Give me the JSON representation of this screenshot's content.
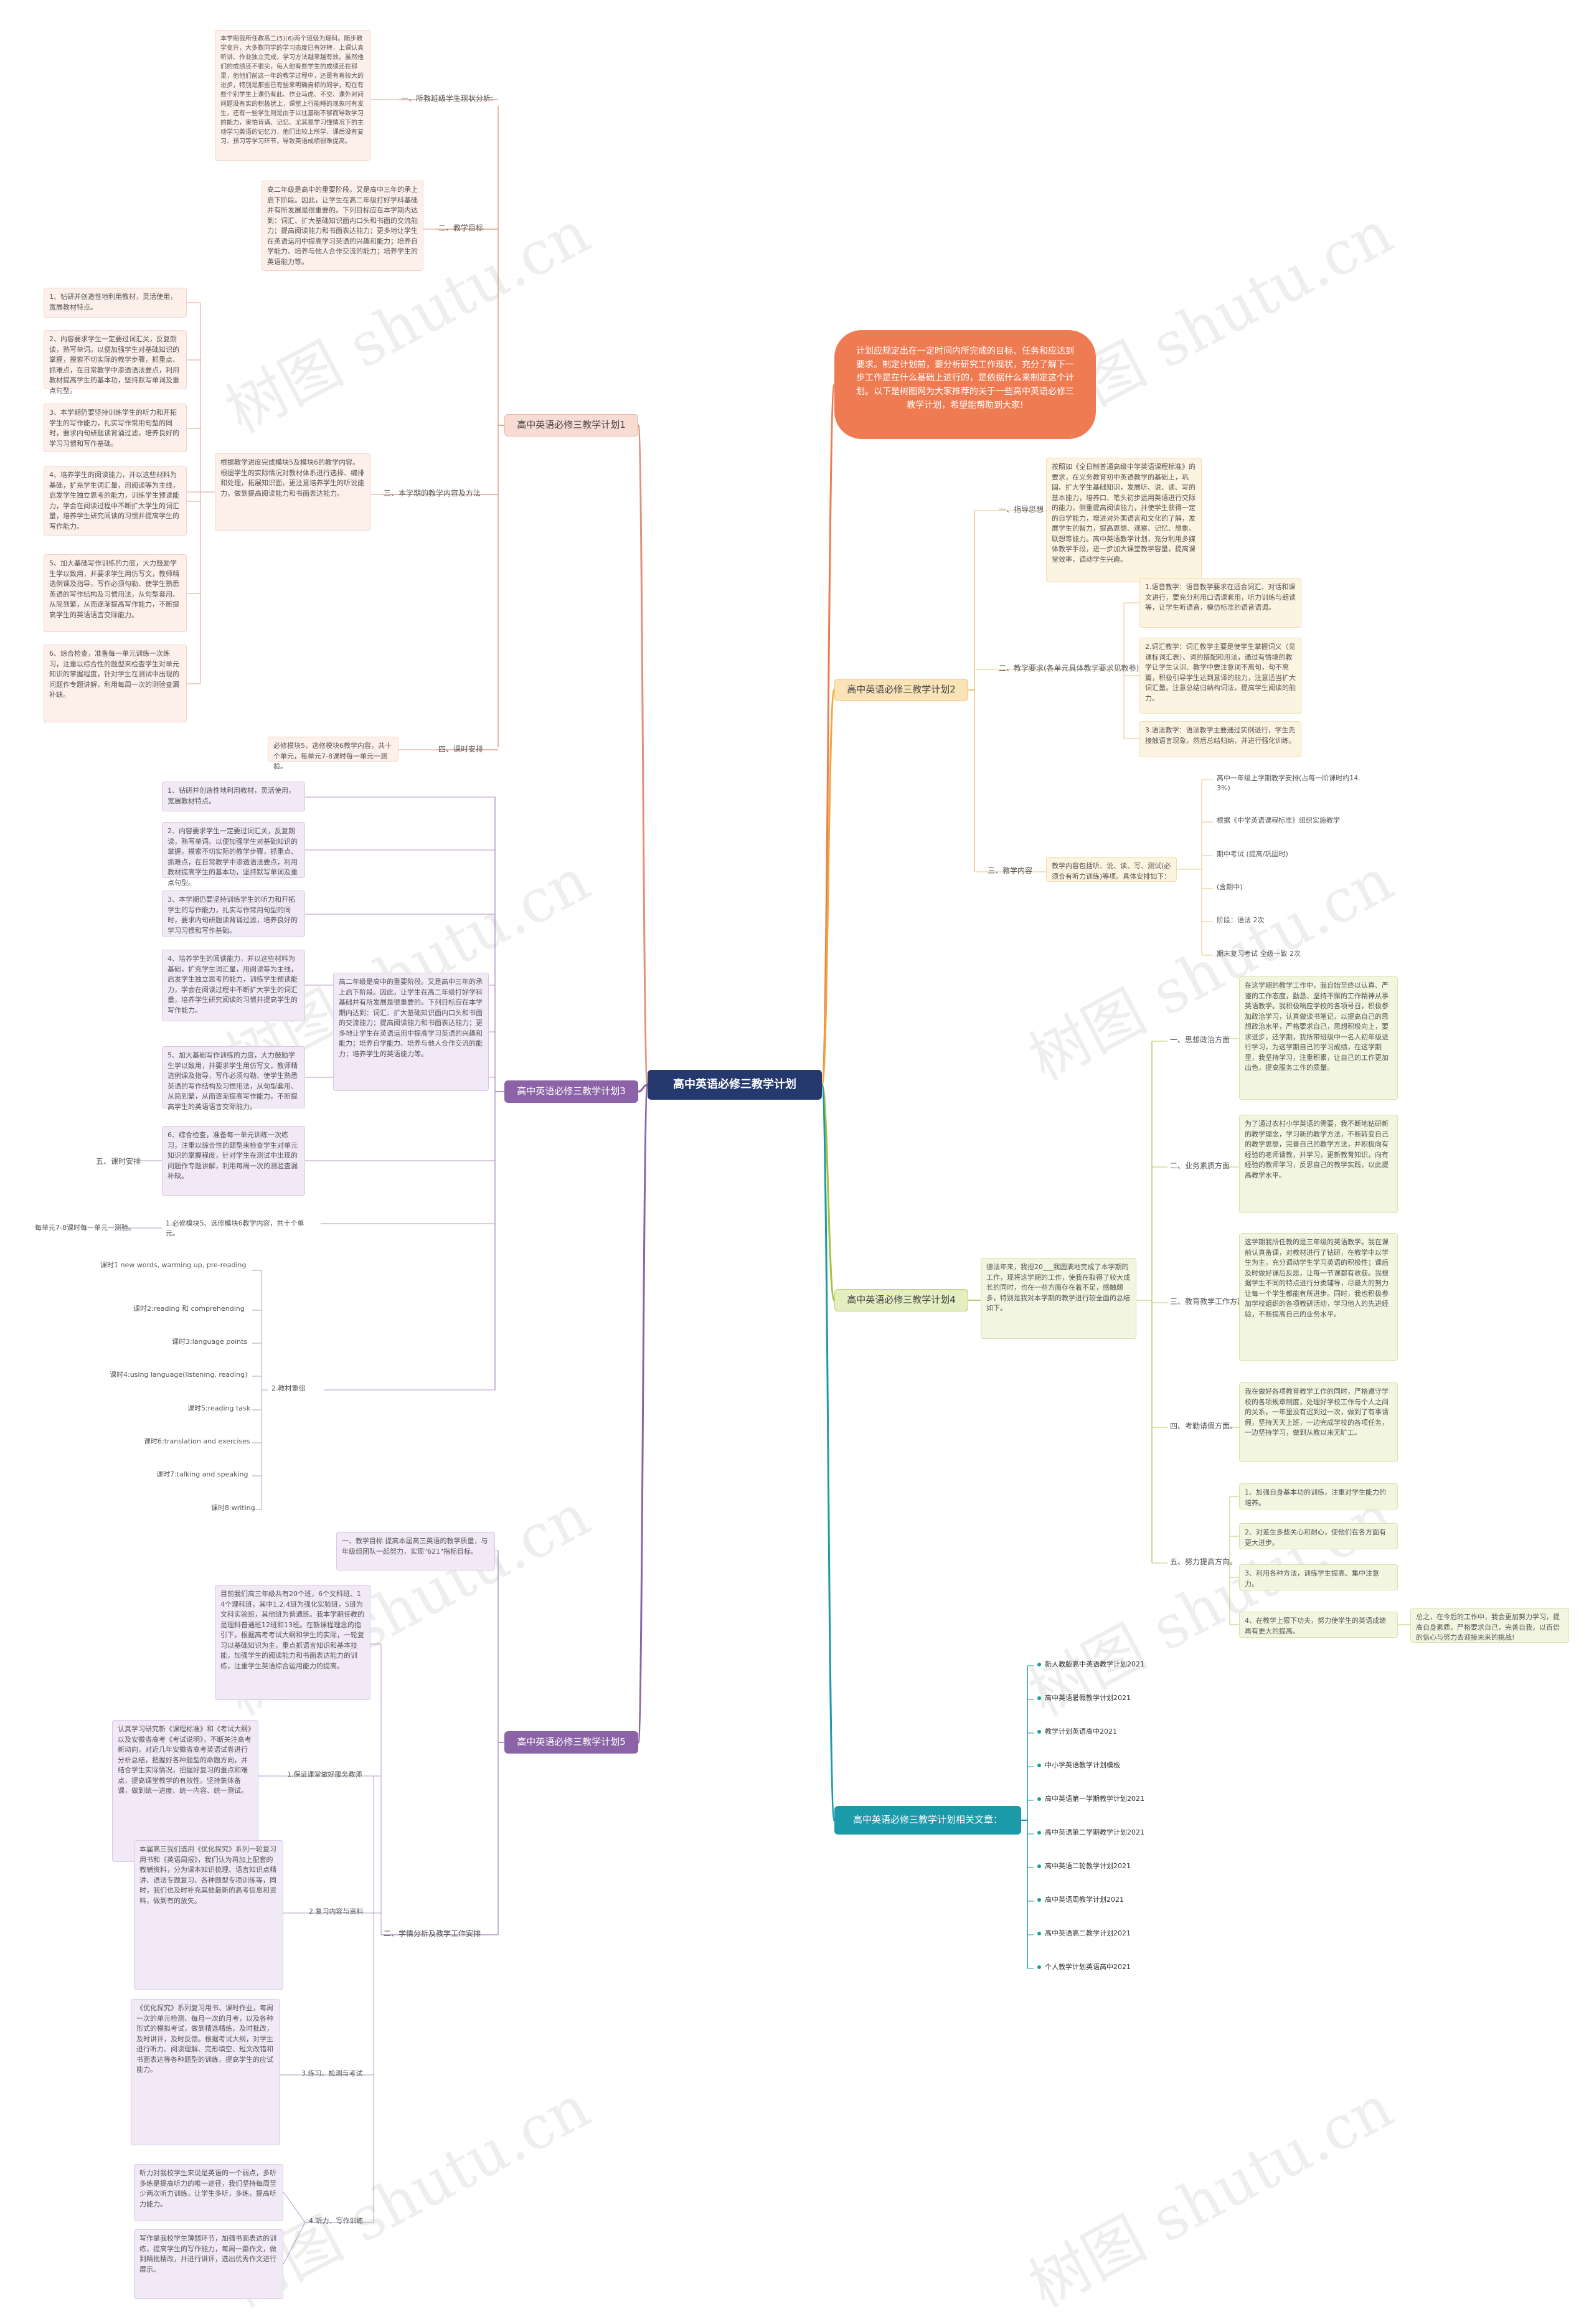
{
  "root": {
    "label": "高中英语必修三教学计划"
  },
  "intro": {
    "text": "计划应规定出在一定时间内所完成的目标、任务和应达到要求。制定计划前，要分析研究工作现状，充分了解下一步工作是在什么基础上进行的，是依据什么来制定这个计划。以下是树图网为大家推荐的关于一些高中英语必修三教学计划，希望能帮助到大家!"
  },
  "branches": {
    "b1": "高中英语必修三教学计划1",
    "b2": "高中英语必修三教学计划2",
    "b3": "高中英语必修三教学计划3",
    "b4": "高中英语必修三教学计划4",
    "b5": "高中英语必修三教学计划5",
    "b6": "高中英语必修三教学计划相关文章："
  },
  "p1": {
    "s1": "一、所教班级学生现状分析:",
    "s1_text": "本学期我所任教高二(5)(6)两个班级为理科。随步教学变升，大多数同学的学习态度已有好转，上课认真听讲、作业独立完成，学习方法越来越有效。虽然他们的成绩还不很尖，每人他有些学生的成绩还在那里，他他们前这一年的教学过程中，还是有着较大的进步，特别是那些已有些来明确自标的同学，现在有些个别学生上课仍有此、作业马虎、不交、课外对问问题没有实的积极状上，课堂上行能睡的现象时有发生，还有一些学生则是由于以往基础不够而导致学习的能力，害怕背诵、记忆、尤其是学习懂情况下的主动学习英语的记忆力，他们比较上所学、课后没有复习、预习等学习环节，导致英语成绩很难提高。",
    "s2": "二、教学目标",
    "s2_text": "高二年级是高中的重要阶段。又是高中三年的承上启下阶段。因此，让学生在高二年级打好学科基础并有所发展是很重要的。下列目标应在本学期内达到：词汇、扩大基础知识面内口头和书面的交流能力；提高阅读能力和书面表达能力；更多地让学生在英语运用中提高学习英语的兴趣和能力；培养自学能力、培养与他人合作交流的能力；培养学生的英语能力等。",
    "s3": "三、本学期的教学内容及方法",
    "s3_text": "根据教学进度完成模块5及模块6的教学内容。根据学生的实际情况对教材体系进行选择、编排和处理，拓展知识面，更注意培养学生的听说能力，做到提高阅读能力和书面表达能力。",
    "methods": [
      "1、钻研并创造性地利用教材，灵活使用，宽展教材特点。",
      "2、内容要求学生一定要过词汇关，反复朗读，熟写单词。以便加强学生对基础知识的掌握，摸索不切实际的教学步骤，抓重点、抓难点，在日常教学中渗透语法要点，利用教材提高学生的基本功，坚持默写单词及重点句型。",
      "3、本学期仍要坚持训练学生的听力和开拓学生的写作能力，扎实写作常用句型的同时，要求内句研题读背诵过滤，培养良好的学习习惯和写作基础。",
      "4、培养学生的阅读能力，并以这些材料为基础，扩充学生词汇量，用阅读等为主线，启发学生独立思考的能力，训练学生预读能力，学会在阅读过程中不断扩大学生的词汇量，培养学生研究阅读的习惯并提高学生的写作能力。",
      "5、加大基础写作训练的力度，大力鼓励学生学以致用，并要求学生用仿写文，教师精选例课及指导，写作必须勾勒、使学生熟悉英语的写作结构及习惯用法，从句型套用、从简到繁，从而逐渐提高写作能力，不断提高学生的英语语言交际能力。",
      "6、综合检查，准备每一单元训练一次练习，注重以综合性的题型来检查学生对单元知识的掌握程度，针对学生在测试中出现的问题作专题讲解，利用每周一次的测验查漏补缺。"
    ],
    "s4": "四、课时安排",
    "s4_text": "必修模块5，选修模块6教学内容，共十个单元，每单元7-8课时每一单元一测验。"
  },
  "p2": {
    "s1": "一、指导思想",
    "s1_text": "按照如《全日制普通高级中学英语课程标准》的要求，在义务教育初中英语教学的基础上，巩固、扩大学生基础知识，发展听、说、读、写的基本能力，培养口、笔头初步运用英语进行交际的能力，侧重提高阅读能力，并使学生获得一定的自学能力，增进对外国语言和文化的了解，发展学生的智力，提高思想、观察、记忆、想象、联想等能力。高中英语教学计划，充分利用多媒体教学手段，进一步加大课堂教学容量，提高课堂效率，调动学生兴趣。",
    "s2": "二、教学要求(各单元具体教学要求见教参)",
    "reqs": [
      "1.语音教学：语音教学要求在适合词汇、对话和课文进行，要充分利用口语课套用，听力训练与朗读等，让学生听语音，模仿标准的语音语调。",
      "2.词汇教学：词汇教学主要是使学生掌握词义（见课标词汇表）、词的搭配和用法，通过有情境的教学让学生认识、教学中要注意词不离句，句不离篇，积极引导学生达到意译的能力，注意适当扩大词汇量。注意总结归纳构词法，提高学生阅读的能力。",
      "3.语法教学：语法教学主要通过实例进行，学生先接触语言现象，然后总结归纳，并进行强化训练。"
    ],
    "s3": "三、教学内容",
    "s3_text": "教学内容包括听、说、读、写、测试(必须合有听力训练)等项。具体安排如下：",
    "items": [
      "高中一年级上学期教学安排(占每一阶课时约14.3%)",
      "根据《中学英语课程标准》组织实施教学",
      "期中考试 (提高/巩固时)",
      "(含期中)",
      "阶段：语法 2次",
      "期末复习考试 全级一致 2次"
    ]
  },
  "p3": {
    "methods": [
      "1、钻研并创造性地利用教材，灵活使用，宽展教材特点。",
      "2、内容要求学生一定要过词汇关，反复朗读，熟写单词。以便加强学生对基础知识的掌握，摸索不切实际的教学步骤，抓重点、抓难点，在日常教学中渗透语法要点，利用教材提高学生的基本功，坚持默写单词及重点句型。",
      "3、本学期仍要坚持训练学生的听力和开拓学生的写作能力，扎实写作常用句型的同时，要求内句研题读背诵过滤，培养良好的学习习惯和写作基础。",
      "4、培养学生的阅读能力，并以这些材料为基础，扩充学生词汇量，用阅读等为主线，启发学生独立思考的能力，训练学生预读能力，学会在阅读过程中不断扩大学生的词汇量，培养学生研究阅读的习惯并提高学生的写作能力。",
      "5、加大基础写作训练的力度，大力鼓励学生学以致用，并要求学生用仿写文，教师精选例课及指导，写作必须勾勒、使学生熟悉英语的写作结构及习惯用法，从句型套用、从简到繁，从而逐渐提高写作能力，不断提高学生的英语语言交际能力。",
      "6、综合检查，准备每一单元训练一次练习，注重以综合性的题型来检查学生对单元知识的掌握程度，针对学生在测试中出现的问题作专题讲解，利用每周一次的测验查漏补缺。"
    ],
    "goal_text": "高二年级是高中的重要阶段。又是高中三年的承上启下阶段。因此，让学生在高二年级打好学科基础并有所发展是很重要的。下列目标应在本学期内达到：词汇、扩大基础知识面内口头和书面的交流能力；提高阅读能力和书面表达能力；更多地让学生在英语运用中提高学习英语的兴趣和能力；培养自学能力、培养与他人合作交流的能力；培养学生的英语能力等。",
    "s5": "五、课时安排",
    "s5_sub": "1.必修模块5、选修模块6教学内容，共十个单元。",
    "s5_leaf": "每单元7-8课时每一单元一测验。",
    "s2": "2.教材重组",
    "lessons": [
      "课时1 new words, warming up, pre-reading",
      "课时2:reading 和 comprehending",
      "课时3:language points",
      "课时4:using language(listening, reading)",
      "课时5:reading task",
      "课时6:translation and exercises",
      "课时7:talking and speaking",
      "课时8:writing"
    ]
  },
  "p4": {
    "lead": "德法年来，我担20___我圆满地完成了本学期的工作，现将这学期的工作，使我在取得了较大成长的同时，也在一些方面存在着不足，感触颇多，特别是我对本学期的教学进行较全面的总结如下。",
    "s1": "一、思想政治方面",
    "s1_text": "在这学期的教学工作中，我自始至终以认真、严谨的工作态度，勤恳、坚持不懈的工作精神从事英语教学。我积极响应学校的各项号召，积极参加政治学习，认真做读书笔记，以提高自己的思想政治水平，严格要求自己，思想积极向上，要求进步，还学期，我所带班级中一名人初年级进行学习，为这学期自己的学习成绩，在这学期里，我坚持学习，注重积累，让自己的工作更加出色，提高服务工作的质量。",
    "s2": "二、业务素质方面",
    "s2_text": "为了通过农村小学英语的需要，我不断地钻研新的教学理念，学习新的教学方法，不断转变自己的教学思想，完善自己的教学方法，并积极向有经验的老师请教，并学习，更新教育知识，向有经验的教师学习，反思自己的教学实践，以此提高教学水平。",
    "s3": "三、教育教学工作方面",
    "s3_text": "这学期我所任教的是三年级的英语教学。我在课前认真备课，对教材进行了钻研，在教学中以学生为主，充分调动学生学习英语的积极性；课后及时做好课后反思，让每一节课都有收获。我根据学生不同的特点进行分类辅导，尽最大的努力让每一个学生都能有所进步。同时，我也积极参加学校组织的各项教研活动，学习他人的先进经验，不断提高自己的业务水平。",
    "s4": "四、考勤请假方面。",
    "s4_text": "我在做好各项教育教学工作的同时，严格遵守学校的各项规章制度，处理好学校工作与个人之间的关系，一年里没有迟到过一次，做到了有事请假，坚持天天上班，一边完成学校的各项任务，一边坚持学习，做到从教以来无旷工。",
    "s5": "五、努力提高方向。",
    "s5_items": [
      "1、加强自身基本功的训练，注重对学生能力的培养。",
      "2、对差生多些关心和耐心，使他们在各方面有更大进步。",
      "3、利用各种方法，训练学生提高、集中注意力。",
      "4、在教学上狠下功夫，努力使学生的英语成绩再有更大的提高。"
    ],
    "s5_tail": "总之，在今后的工作中，我会更加努力学习，提高自身素质，严格要求自己，完善自我，以百倍的信心与努力去迎接未来的挑战!"
  },
  "p5": {
    "s1": "一、教学目标 提高本届高三英语的教学质量，与年级组团队一起努力，实现\"621\"指标目标。",
    "s2": "二、学情分析及教学工作安排",
    "s2_text": "目前我们高三年级共有20个班，6个文科班、14个理科班，其中1,2,4班为强化实验班，5班为文科实验班，其他班为普通班。我本学期任教的是理科普通班12班和13班。在新课程理念的指引下，根据高考考试大纲和学生的实际，一轮复习以基础知识为主，重点抓语言知识和基本技能，加强学生的阅读能力和书面表达能力的训练，注重学生英语综合运用能力的提高。",
    "x1": "1.保证课堂做好服务教师",
    "x1_text": "认真学习研究新《课程标准》和《考试大纲》以及安徽省高考《考试说明》，不断关注高考新动向，对近几年安徽省高考英语试卷进行分析总结，把握好各种题型的命题方向，并结合学生实际情况，把握好复习的重点和难点，提高课堂教学的有效性。坚持集体备课，做到统一进度、统一内容、统一测试。",
    "x2": "2.复习内容与资料",
    "x2_text": "本届高三我们选用《优化探究》系列一轮复习用书和《英语周报》，我们认为再加上配套的教辅资料，分为课本知识梳理、语言知识点精讲、语法专题复习、各种题型专项训练等，同时，我们也及时补充其他最新的高考信息和资料，做到有的放矢。",
    "x3": "3.练习、检测与考试",
    "x3_text": "《优化探究》系列复习用书、课时作业，每周一次的单元检测、每月一次的月考，以及各种形式的模拟考试，做到精选精练，及时批改，及时讲评，及时反馈。根据考试大纲，对学生进行听力、阅读理解、完形填空、短文改错和书面表达等各种题型的训练，提高学生的应试能力。",
    "x4": "4.听力、写作训练",
    "x4_text": "听力对我校学生来说是英语的一个弱点，多听多练是提高听力的唯一途径，我们坚持每周至少两次听力训练，让学生多听，多练，提高听力能力。",
    "x4_text2": "写作是我校学生薄弱环节，加强书面表达的训练，提高学生的写作能力，每周一篇作文，做到精批精改，并进行讲评，选出优秀作文进行展示。"
  },
  "p6": {
    "articles": [
      "新人教版高中英语教学计划2021",
      "高中英语暑假教学计划2021",
      "教学计划英语高中2021",
      "中小学英语教学计划模板",
      "高中英语第一学期教学计划2021",
      "高中英语第二学期教学计划2021",
      "高中英语二轮教学计划2021",
      "高中英语周教学计划2021",
      "高中英语高二教学计划2021",
      "个人教学计划英语高中2021"
    ]
  },
  "watermark": "树图 shutu.cn"
}
